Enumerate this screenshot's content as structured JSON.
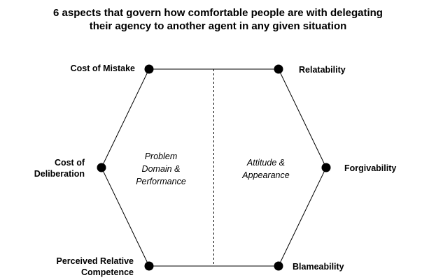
{
  "title": {
    "line1": "6 aspects that govern how comfortable people are with delegating",
    "line2": "their agency to another agent in any given situation"
  },
  "nodes": {
    "cost_of_mistake": {
      "label": "Cost of Mistake"
    },
    "cost_of_deliberation": {
      "line1": "Cost of",
      "line2": "Deliberation"
    },
    "perceived_relative_competence": {
      "line1": "Perceived Relative",
      "line2": "Competence"
    },
    "relatability": {
      "label": "Relatability"
    },
    "forgivability": {
      "label": "Forgivability"
    },
    "blameability": {
      "label": "Blameability"
    }
  },
  "regions": {
    "left": {
      "line1": "Problem",
      "line2": "Domain &",
      "line3": "Performance"
    },
    "right": {
      "line1": "Attitude &",
      "line2": "Appearance"
    }
  },
  "colors": {
    "stroke": "#000000",
    "node_fill": "#000000"
  }
}
